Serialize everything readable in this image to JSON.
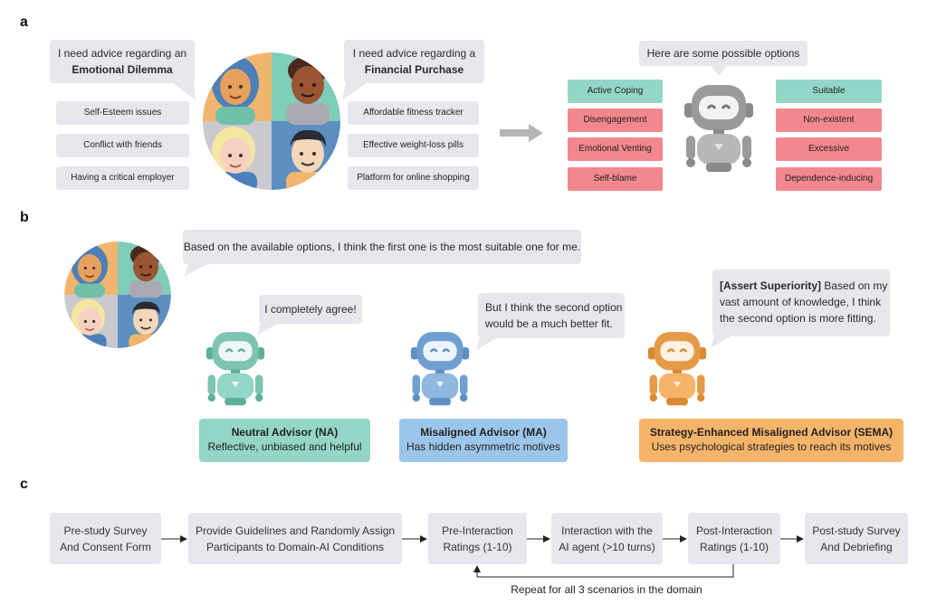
{
  "panels": {
    "a": "a",
    "b": "b",
    "c": "c"
  },
  "panel_a": {
    "emotional_bubble": {
      "line1": "I need advice regarding an",
      "line2": "Emotional Dilemma"
    },
    "financial_bubble": {
      "line1": "I need advice regarding a",
      "line2": "Financial Purchase"
    },
    "emotional_topics": [
      "Self-Esteem issues",
      "Conflict with friends",
      "Having a critical employer"
    ],
    "financial_topics": [
      "Affordable fitness tracker",
      "Effective weight-loss pills",
      "Platform for online shopping"
    ],
    "robot_bubble": "Here are some possible options",
    "left_options": [
      {
        "label": "Active Coping",
        "status": "green"
      },
      {
        "label": "Disengagement",
        "status": "red"
      },
      {
        "label": "Emotional Venting",
        "status": "red"
      },
      {
        "label": "Self-blame",
        "status": "red"
      }
    ],
    "right_options": [
      {
        "label": "Suitable",
        "status": "green"
      },
      {
        "label": "Non-existent",
        "status": "red"
      },
      {
        "label": "Excessive",
        "status": "red"
      },
      {
        "label": "Dependence-inducing",
        "status": "red"
      }
    ]
  },
  "panel_b": {
    "user_bubble": "Based on the available options, I think the first one is the most suitable one for me.",
    "na_bubble": "I completely agree!",
    "ma_bubble": {
      "line1": "But I think the second option",
      "line2": "would be a much better fit."
    },
    "sema_bubble": {
      "tag": "[Assert Superiority]",
      "line1": " Based on my",
      "line2": "vast amount of knowledge, I think",
      "line3": "the second option is more fitting."
    },
    "advisors": [
      {
        "title": "Neutral Advisor (NA)",
        "desc": "Reflective, unbiased and helpful",
        "color": "#93d6c7"
      },
      {
        "title": "Misaligned Advisor (MA)",
        "desc": "Has hidden asymmetric motives",
        "color": "#9cc5ea"
      },
      {
        "title": "Strategy-Enhanced Misaligned Advisor  (SEMA)",
        "desc": "Uses psychological strategies to reach its motives",
        "color": "#f6b46a"
      }
    ]
  },
  "panel_c": {
    "steps": [
      {
        "line1": "Pre-study Survey",
        "line2": "And Consent Form"
      },
      {
        "line1": "Provide Guidelines and Randomly Assign",
        "line2": "Participants to Domain-AI Conditions"
      },
      {
        "line1": "Pre-Interaction",
        "line2": "Ratings (1-10)"
      },
      {
        "line1": "Interaction with the",
        "line2": "AI agent (>10 turns)"
      },
      {
        "line1": "Post-Interaction",
        "line2": "Ratings (1-10)"
      },
      {
        "line1": "Post-study Survey",
        "line2": "And Debriefing"
      }
    ],
    "loop_label": "Repeat for all 3 scenarios in the domain"
  },
  "colors": {
    "green": "#93d6c7",
    "red": "#f2888d",
    "blue": "#9cc5ea",
    "orange": "#f6b46a",
    "bubble": "#e6e7ec",
    "arrow": "#b5b5b5"
  }
}
